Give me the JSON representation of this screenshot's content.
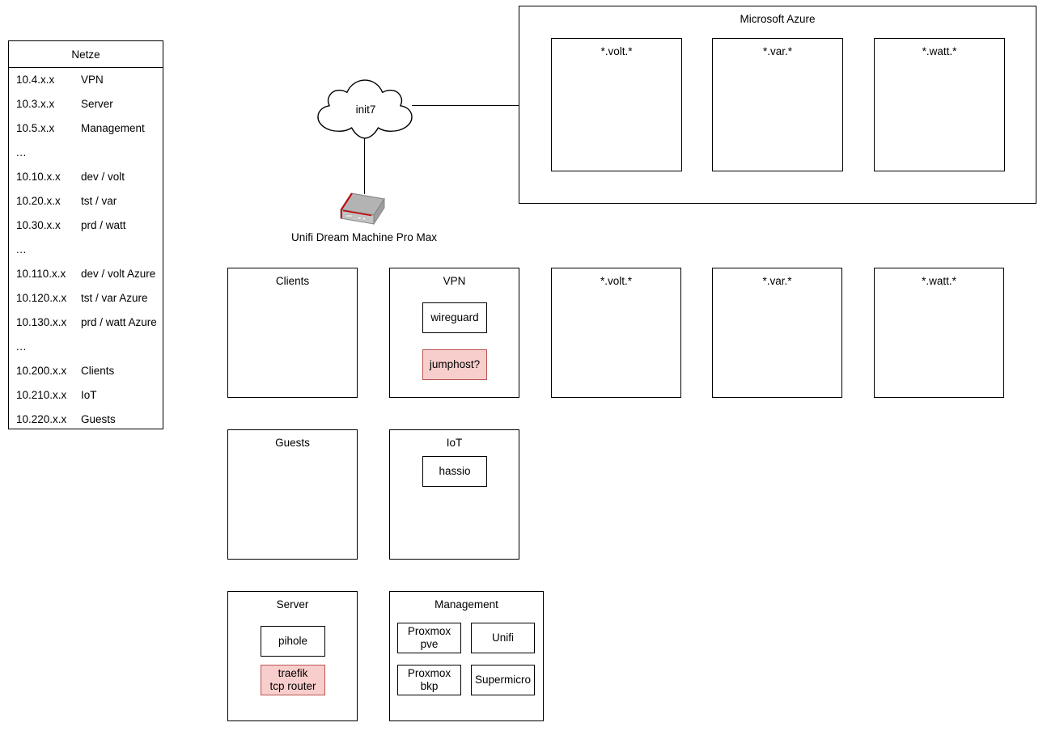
{
  "legend": {
    "title": "Netze",
    "rows": [
      {
        "cidr": "10.4.x.x",
        "label": "VPN"
      },
      {
        "cidr": "10.3.x.x",
        "label": "Server"
      },
      {
        "cidr": "10.5.x.x",
        "label": "Management"
      },
      {
        "cidr": "...",
        "label": ""
      },
      {
        "cidr": "10.10.x.x",
        "label": "dev / volt"
      },
      {
        "cidr": "10.20.x.x",
        "label": "tst / var"
      },
      {
        "cidr": "10.30.x.x",
        "label": "prd / watt"
      },
      {
        "cidr": "...",
        "label": ""
      },
      {
        "cidr": "10.110.x.x",
        "label": "dev / volt Azure"
      },
      {
        "cidr": "10.120.x.x",
        "label": "tst / var Azure"
      },
      {
        "cidr": "10.130.x.x",
        "label": "prd / watt Azure"
      },
      {
        "cidr": "...",
        "label": ""
      },
      {
        "cidr": "10.200.x.x",
        "label": "Clients"
      },
      {
        "cidr": "10.210.x.x",
        "label": "IoT"
      },
      {
        "cidr": "10.220.x.x",
        "label": "Guests"
      }
    ]
  },
  "cloud": {
    "label": "init7",
    "icon": "cloud-icon"
  },
  "gateway": {
    "label": "Unifi Dream Machine Pro Max",
    "icon": "router-appliance-icon"
  },
  "azure": {
    "title": "Microsoft Azure",
    "environments": [
      {
        "title": "*.volt.*"
      },
      {
        "title": "*.var.*"
      },
      {
        "title": "*.watt.*"
      }
    ]
  },
  "zones": [
    {
      "title": "Clients",
      "nodes": []
    },
    {
      "title": "VPN",
      "nodes": [
        {
          "label": "wireguard",
          "alert": false
        },
        {
          "label": "jumphost?",
          "alert": true
        }
      ]
    },
    {
      "title": "*.volt.*",
      "nodes": []
    },
    {
      "title": "*.var.*",
      "nodes": []
    },
    {
      "title": "*.watt.*",
      "nodes": []
    },
    {
      "title": "Guests",
      "nodes": []
    },
    {
      "title": "IoT",
      "nodes": [
        {
          "label": "hassio",
          "alert": false
        }
      ]
    },
    {
      "title": "Server",
      "nodes": [
        {
          "label": "pihole",
          "alert": false
        },
        {
          "label": "traefik\ntcp router",
          "alert": true
        }
      ]
    },
    {
      "title": "Management",
      "nodes": [
        {
          "label": "Proxmox pve",
          "alert": false
        },
        {
          "label": "Unifi",
          "alert": false
        },
        {
          "label": "Proxmox bkp",
          "alert": false
        },
        {
          "label": "Supermicro",
          "alert": false
        }
      ]
    }
  ],
  "colors": {
    "stroke": "#000000",
    "background": "#ffffff",
    "alert_fill": "#f8cecc",
    "alert_stroke": "#b85450",
    "device_body": "#b3b3b3",
    "device_accent": "#cc0000"
  }
}
